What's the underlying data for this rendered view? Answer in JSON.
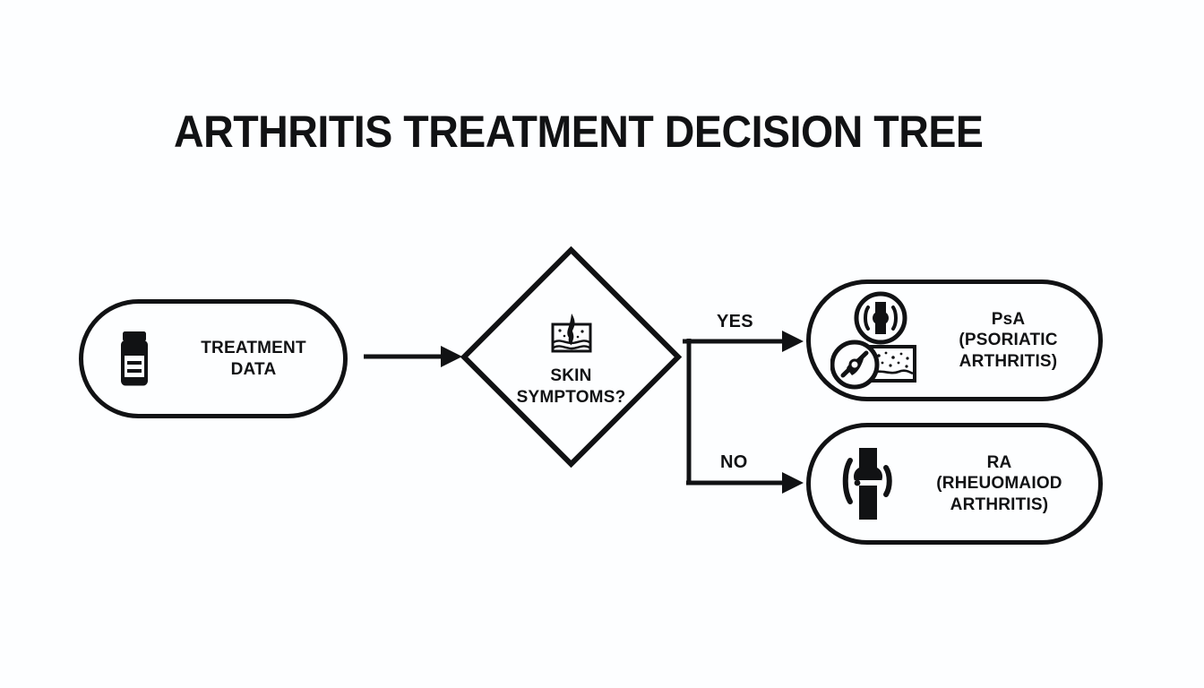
{
  "page": {
    "title": "ARTHRITIS TREATMENT DECISION TREE",
    "background_color": "#fdfeff",
    "ink_color": "#111214"
  },
  "diagram": {
    "type": "decision-tree",
    "nodes": [
      {
        "id": "treatment-data",
        "shape": "pill",
        "label": "TREATMENT\nDATA",
        "line1": "TREATMENT",
        "line2": "DATA",
        "icon": "pill-bottle-icon"
      },
      {
        "id": "skin-symptoms",
        "shape": "diamond",
        "label": "SKIN\nSYMPTOMS?",
        "line1": "SKIN",
        "line2": "SYMPTOMS?",
        "icon": "skin-irritation-icon"
      },
      {
        "id": "psa",
        "shape": "pill",
        "line1": "PsA",
        "line2": "(PSORIATIC",
        "line3": "ARTHRITIS)",
        "icon": "joint-and-skin-patch-icon"
      },
      {
        "id": "ra",
        "shape": "pill",
        "line1": "RA",
        "line2": "(RHEUOMAIOD",
        "line3": "ARTHRITIS)",
        "icon": "bone-joint-icon"
      }
    ],
    "edges": [
      {
        "id": "start-to-decision",
        "from": "treatment-data",
        "to": "skin-symptoms",
        "label": ""
      },
      {
        "id": "decision-to-psa",
        "from": "skin-symptoms",
        "to": "psa",
        "label": "YES"
      },
      {
        "id": "decision-to-ra",
        "from": "skin-symptoms",
        "to": "ra",
        "label": "NO"
      }
    ]
  }
}
